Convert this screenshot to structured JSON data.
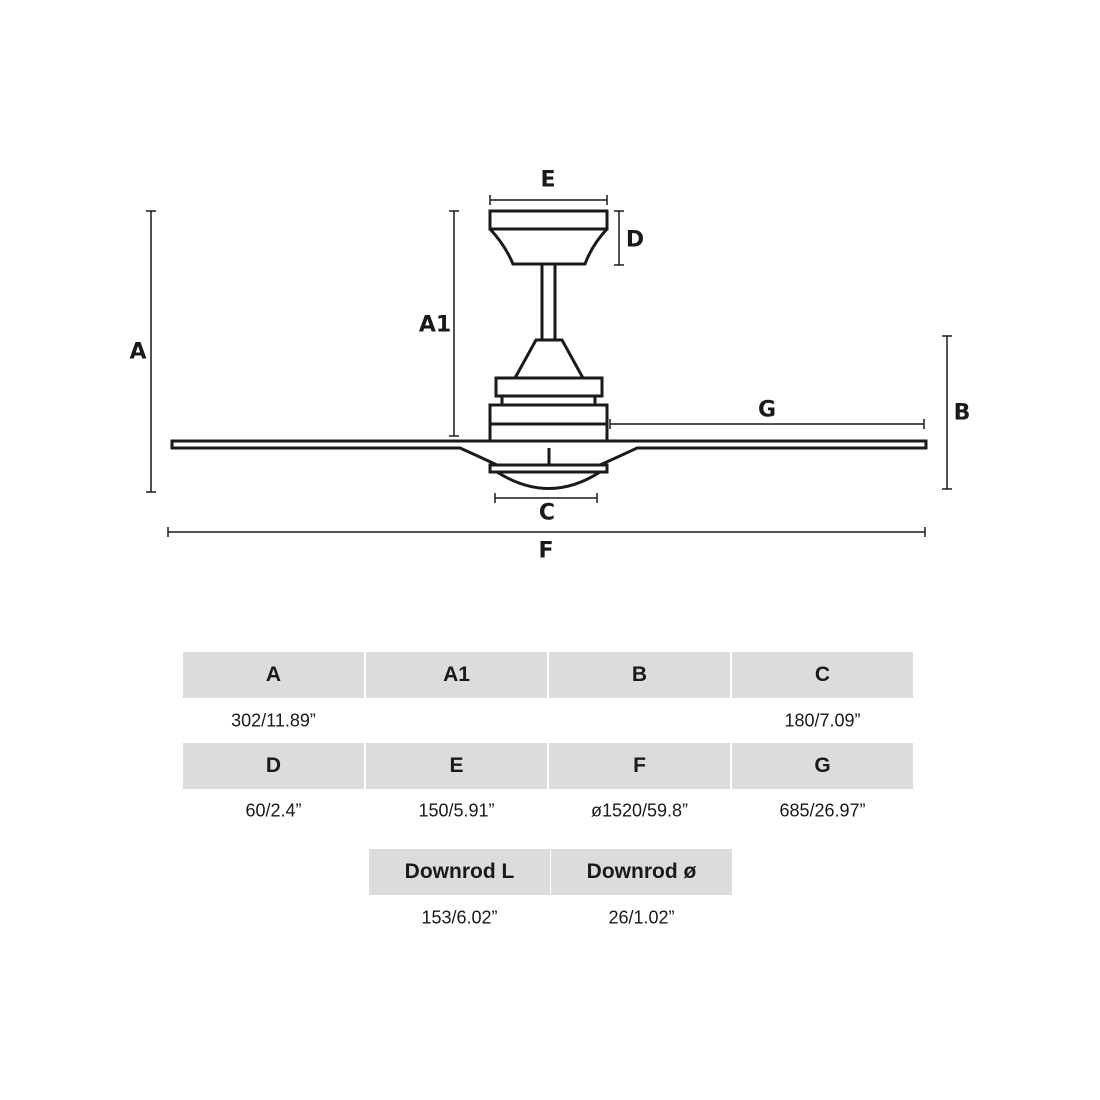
{
  "diagram": {
    "labels": {
      "A": "A",
      "A1": "A1",
      "B": "B",
      "C": "C",
      "D": "D",
      "E": "E",
      "F": "F",
      "G": "G"
    }
  },
  "table": {
    "rows": [
      [
        {
          "header": "A",
          "value": "302/11.89”"
        },
        {
          "header": "A1",
          "value": ""
        },
        {
          "header": "B",
          "value": ""
        },
        {
          "header": "C",
          "value": "180/7.09”"
        }
      ],
      [
        {
          "header": "D",
          "value": "60/2.4”"
        },
        {
          "header": "E",
          "value": "150/5.91”"
        },
        {
          "header": "F",
          "value": "ø1520/59.8”"
        },
        {
          "header": "G",
          "value": "685/26.97”"
        }
      ],
      [
        {
          "header": "Downrod L",
          "value": "153/6.02”"
        },
        {
          "header": "Downrod ø",
          "value": "26/1.02”"
        }
      ]
    ]
  }
}
